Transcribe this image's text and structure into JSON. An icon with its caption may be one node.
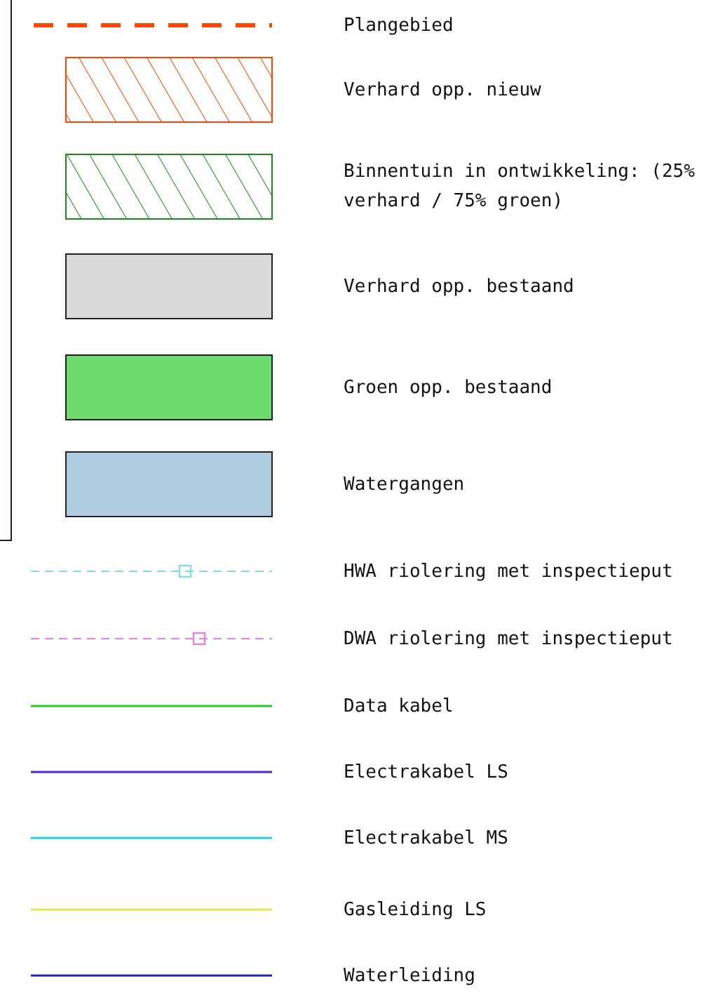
{
  "diagram": {
    "legend": [
      {
        "text": "Plangebied"
      },
      {
        "text": "Verhard opp. nieuw"
      },
      {
        "text": "Binnentuin in ontwikkeling: (25% verhard / 75% groen)"
      },
      {
        "text": "Verhard opp. bestaand",
        "color": "#d9d9d9"
      },
      {
        "text": "Groen opp. bestaand",
        "color": "#6ddb6d"
      },
      {
        "text": "Watergangen",
        "color": "#aecde0"
      },
      {
        "text": "HWA riolering met inspectieput"
      },
      {
        "text": "DWA riolering met inspectieput"
      },
      {
        "text": "Data kabel"
      },
      {
        "text": "Electrakabel LS"
      },
      {
        "text": "Electrakabel MS"
      },
      {
        "text": "Gasleiding LS"
      },
      {
        "text": "Waterleiding"
      }
    ]
  }
}
